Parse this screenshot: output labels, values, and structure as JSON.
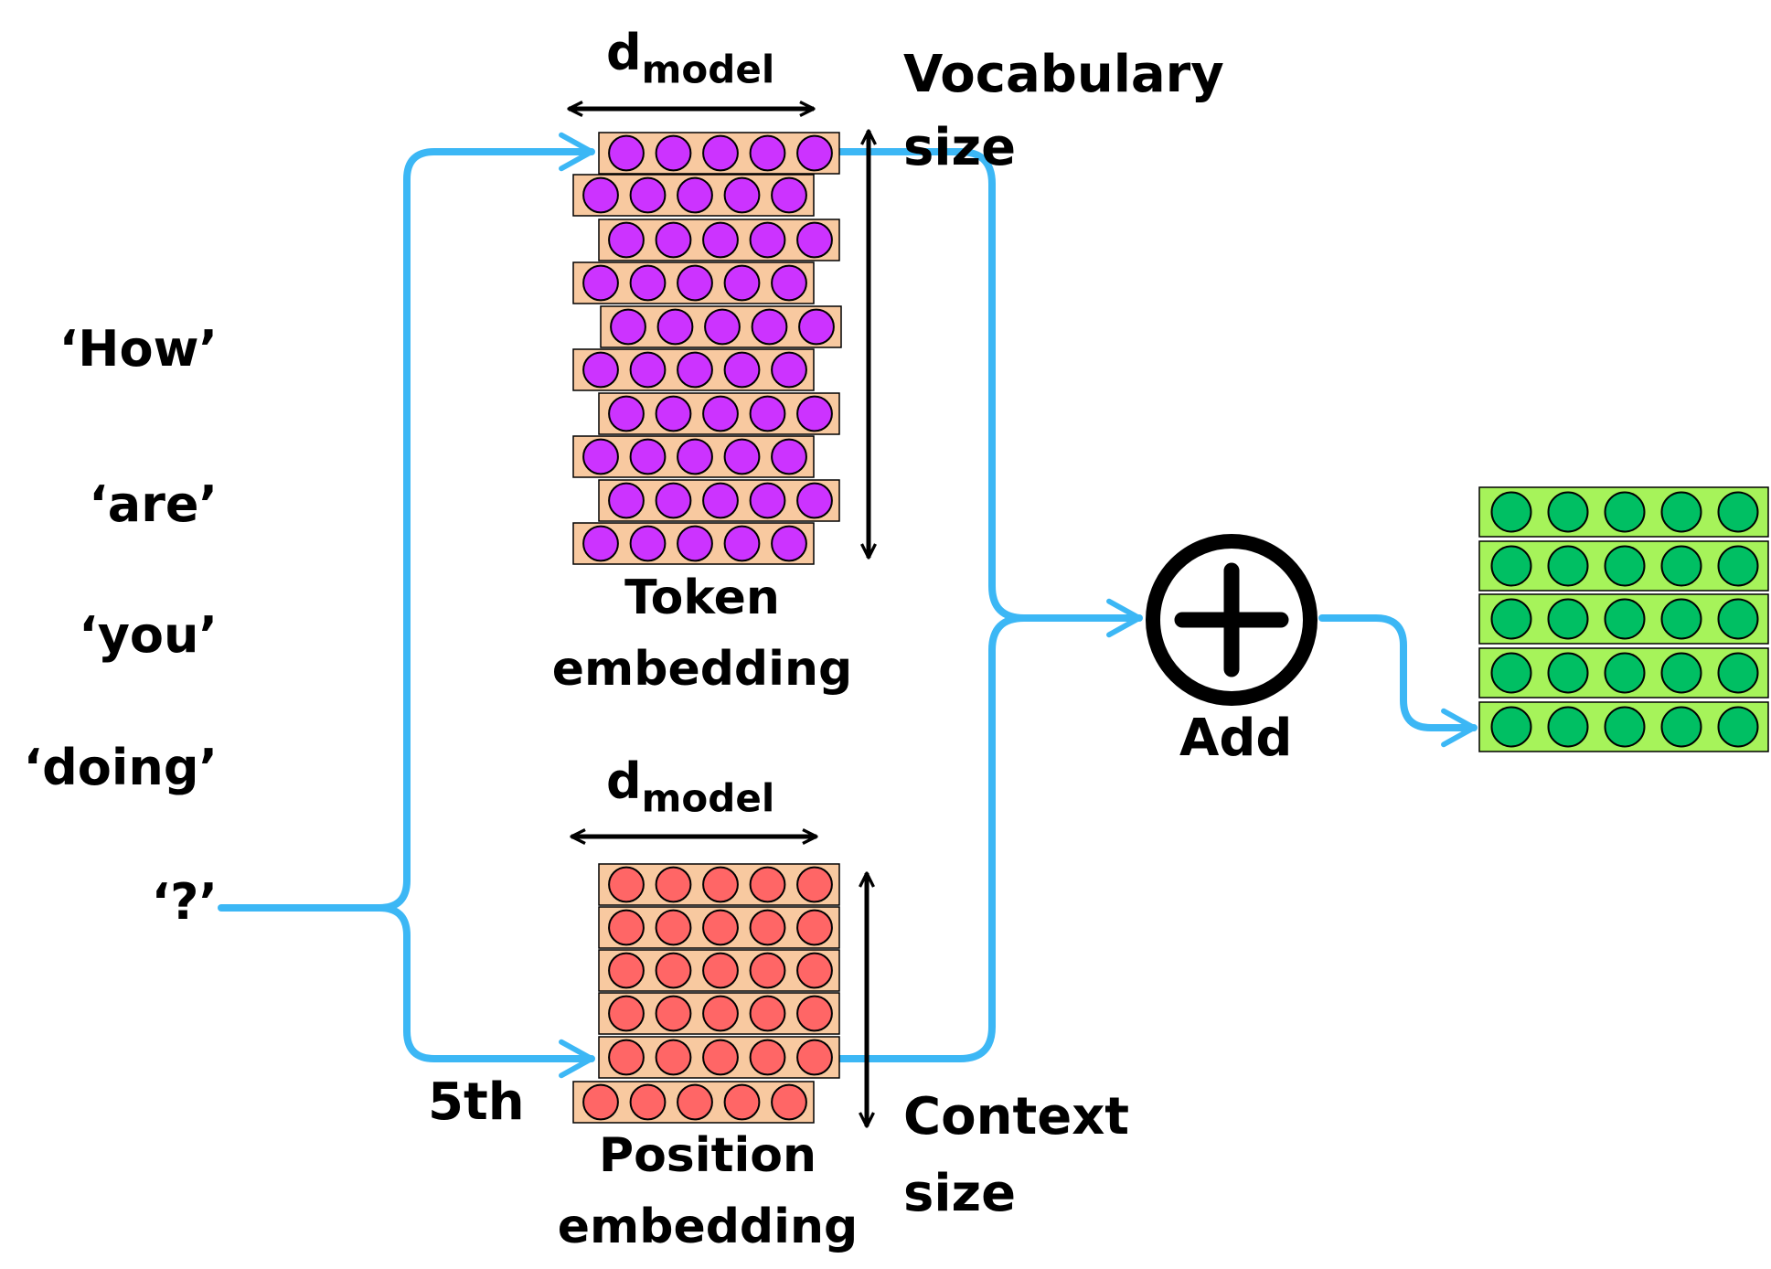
{
  "tokens": [
    "‘How’",
    "‘are’",
    "‘you’",
    "‘doing’",
    "‘?’"
  ],
  "dmodel": {
    "base": "d",
    "sub": "model"
  },
  "token_embedding": {
    "label_line1": "Token",
    "label_line2": "embedding",
    "axis_label_line1": "Vocabulary",
    "axis_label_line2": "size"
  },
  "position_embedding": {
    "label_line1": "Position",
    "label_line2": "embedding",
    "axis_label_line1": "Context",
    "axis_label_line2": "size"
  },
  "position_index": "5th",
  "add_label": "Add",
  "colors": {
    "row_fill": "#f8c9a0",
    "token_circle": "#cc33ff",
    "position_circle": "#ff6666",
    "output_row_fill": "#a6f35a",
    "output_circle": "#00bf63",
    "arrow_flow": "#3cb7f5",
    "ink": "#000000"
  },
  "token_embedding_rows": 10,
  "position_embedding_rows": 6,
  "output_rows": 5,
  "circles_per_row": 5
}
